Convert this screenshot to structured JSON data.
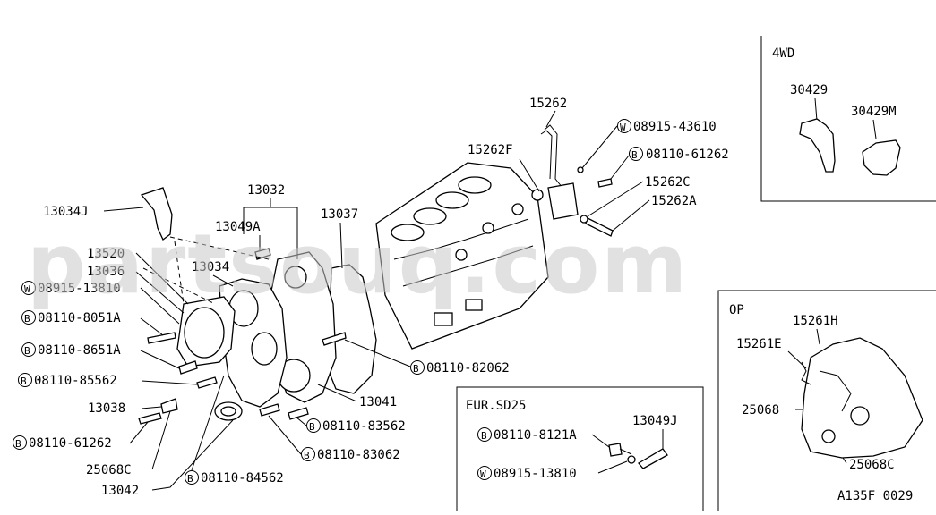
{
  "watermark": "partsouq.com",
  "diagram_code": "A135F 0029",
  "insets": {
    "fourwd": {
      "title": "4WD",
      "labels": [
        "30429",
        "30429M"
      ]
    },
    "op": {
      "title": "OP",
      "labels": [
        "15261H",
        "15261E",
        "25068",
        "25068C"
      ]
    },
    "eur": {
      "title": "EUR.SD25",
      "labels": [
        "08110-8121A",
        "13049J",
        "08915-13810"
      ]
    }
  },
  "labels": {
    "p15262": "15262",
    "p08915_43610": "08915-43610",
    "p15262f": "15262F",
    "p08110_61262_top": "08110-61262",
    "p15262c": "15262C",
    "p15262a": "15262A",
    "p13032": "13032",
    "p13034j": "13034J",
    "p13049a": "13049A",
    "p13037": "13037",
    "p13520": "13520",
    "p13034": "13034",
    "p13036": "13036",
    "p08915_13810": "08915-13810",
    "p08110_8051a": "08110-8051A",
    "p08110_8651a": "08110-8651A",
    "p08110_85562": "08110-85562",
    "p08110_82062": "08110-82062",
    "p13041": "13041",
    "p13038": "13038",
    "p08110_83562": "08110-83562",
    "p08110_61262": "08110-61262",
    "p08110_83062": "08110-83062",
    "p25068c": "25068C",
    "p08110_84562": "08110-84562",
    "p13042": "13042"
  },
  "prefixes": {
    "bolt": "B",
    "washer": "W"
  }
}
